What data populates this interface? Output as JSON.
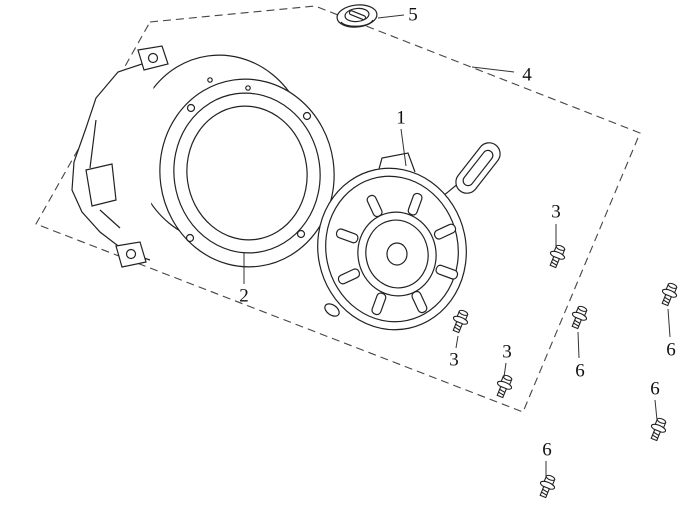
{
  "diagram": {
    "colors": {
      "background": "#ffffff",
      "ink": "#222222",
      "boundary": "#444444"
    },
    "callouts": [
      {
        "label": "5"
      },
      {
        "label": "4"
      },
      {
        "label": "1"
      },
      {
        "label": "2"
      },
      {
        "label": "3"
      },
      {
        "label": "3"
      },
      {
        "label": "3"
      },
      {
        "label": "6"
      },
      {
        "label": "6"
      },
      {
        "label": "6"
      },
      {
        "label": "6"
      }
    ]
  }
}
